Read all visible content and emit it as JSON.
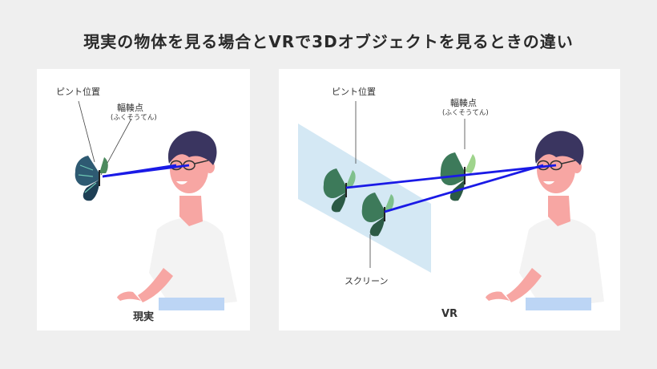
{
  "title": "現実の物体を見る場合とVRで3Dオブジェクトを見るときの違い",
  "left_panel": {
    "focus_label": "ピント位置",
    "convergence_label": "輻輳点",
    "convergence_reading": "(ふくそうてん)",
    "caption": "現実"
  },
  "right_panel": {
    "focus_label": "ピント位置",
    "convergence_label": "輻輳点",
    "convergence_reading": "(ふくそうてん)",
    "screen_label": "スクリーン",
    "caption": "VR"
  },
  "colors": {
    "sight_line": "#1a1ae6",
    "screen": "#cfe6f3",
    "shirt": "#f3f3f3",
    "skin": "#f7a6a3",
    "hair": "#3a3560",
    "jeans": "#bcd5f5"
  }
}
